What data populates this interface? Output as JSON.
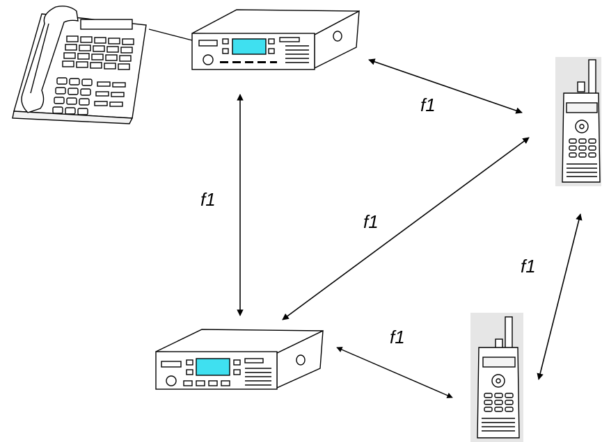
{
  "links": [
    {
      "id": "base-top-to-handheld-top",
      "label": "f1"
    },
    {
      "id": "base-top-to-base-bottom",
      "label": "f1"
    },
    {
      "id": "base-bottom-to-handheld-top",
      "label": "f1"
    },
    {
      "id": "handheld-top-to-handheld-bottom",
      "label": "f1"
    },
    {
      "id": "base-bottom-to-handheld-bottom",
      "label": "f1"
    }
  ],
  "colors": {
    "line": "#000000",
    "screen": "#3fe0f0",
    "handheld_bg": "#e6e6e6"
  },
  "icons": [
    "telephone-icon",
    "base-station-radio-icon",
    "handheld-radio-icon"
  ]
}
